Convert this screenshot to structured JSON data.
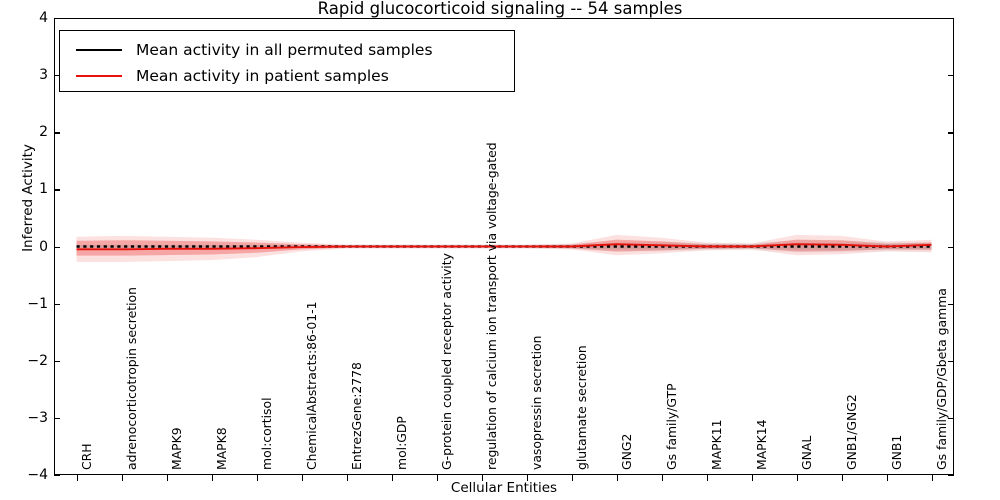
{
  "chart_data": {
    "type": "line",
    "title": "Rapid glucocorticoid signaling -- 54 samples",
    "xlabel": "Cellular Entities",
    "ylabel": "Inferred Activity",
    "ylim": [
      -4,
      4
    ],
    "yticks": [
      "4",
      "3",
      "2",
      "1",
      "0",
      "-1",
      "-2",
      "-3",
      "-4"
    ],
    "grid": false,
    "legend_position": "upper left",
    "categories": [
      "CRH",
      "adrenocorticotropin secretion",
      "MAPK9",
      "MAPK8",
      "mol:cortisol",
      "ChemicalAbstracts:86-01-1",
      "EntrezGene:2778",
      "mol:GDP",
      "G-protein coupled receptor activity",
      "regulation of calcium ion transport via voltage-gated",
      "vasopressin secretion",
      "glutamate secretion",
      "GNG2",
      "Gs family/GTP",
      "MAPK11",
      "MAPK14",
      "GNAL",
      "GNB1/GNG2",
      "GNB1",
      "Gs family/GDP/Gbeta gamma"
    ],
    "series": [
      {
        "name": "Mean activity in all permuted samples",
        "color": "#000000",
        "style": "dotted",
        "values": [
          0,
          0,
          0,
          0,
          0,
          0,
          0,
          0,
          0,
          0,
          0,
          0,
          0,
          0,
          0,
          0,
          0,
          0,
          0,
          0
        ]
      },
      {
        "name": "Mean activity in patient samples",
        "color": "#e8120c",
        "style": "solid",
        "values": [
          -0.05,
          -0.05,
          -0.04,
          -0.04,
          -0.03,
          -0.01,
          0.0,
          0.0,
          0.0,
          0.0,
          0.0,
          0.0,
          0.04,
          0.02,
          0.0,
          0.0,
          0.04,
          0.03,
          0.0,
          0.03
        ]
      }
    ],
    "bands": [
      {
        "name": "patient-sample-spread",
        "color": "#e8120c",
        "opacity": 0.28,
        "upper": [
          0.1,
          0.11,
          0.1,
          0.09,
          0.07,
          0.04,
          0.02,
          0.02,
          0.02,
          0.02,
          0.02,
          0.03,
          0.12,
          0.09,
          0.04,
          0.03,
          0.12,
          0.11,
          0.05,
          0.07
        ],
        "lower": [
          -0.16,
          -0.16,
          -0.15,
          -0.14,
          -0.11,
          -0.05,
          -0.02,
          -0.02,
          -0.02,
          -0.02,
          -0.02,
          -0.03,
          -0.09,
          -0.07,
          -0.04,
          -0.03,
          -0.09,
          -0.08,
          -0.05,
          -0.06
        ]
      },
      {
        "name": "permuted-sample-spread",
        "color": "#808080",
        "opacity": 0.18,
        "upper": [
          0.02,
          0.02,
          0.02,
          0.02,
          0.02,
          0.02,
          0.02,
          0.02,
          0.02,
          0.02,
          0.02,
          0.03,
          0.05,
          0.05,
          0.04,
          0.04,
          0.06,
          0.06,
          0.05,
          0.05
        ],
        "lower": [
          -0.02,
          -0.02,
          -0.02,
          -0.02,
          -0.02,
          -0.02,
          -0.02,
          -0.02,
          -0.02,
          -0.02,
          -0.02,
          -0.03,
          -0.05,
          -0.05,
          -0.04,
          -0.04,
          -0.06,
          -0.06,
          -0.05,
          -0.05
        ]
      }
    ]
  },
  "legend": {
    "entries": [
      {
        "label": "Mean activity in all permuted samples",
        "color": "#000000"
      },
      {
        "label": "Mean activity in patient samples",
        "color": "#e8120c"
      }
    ]
  }
}
